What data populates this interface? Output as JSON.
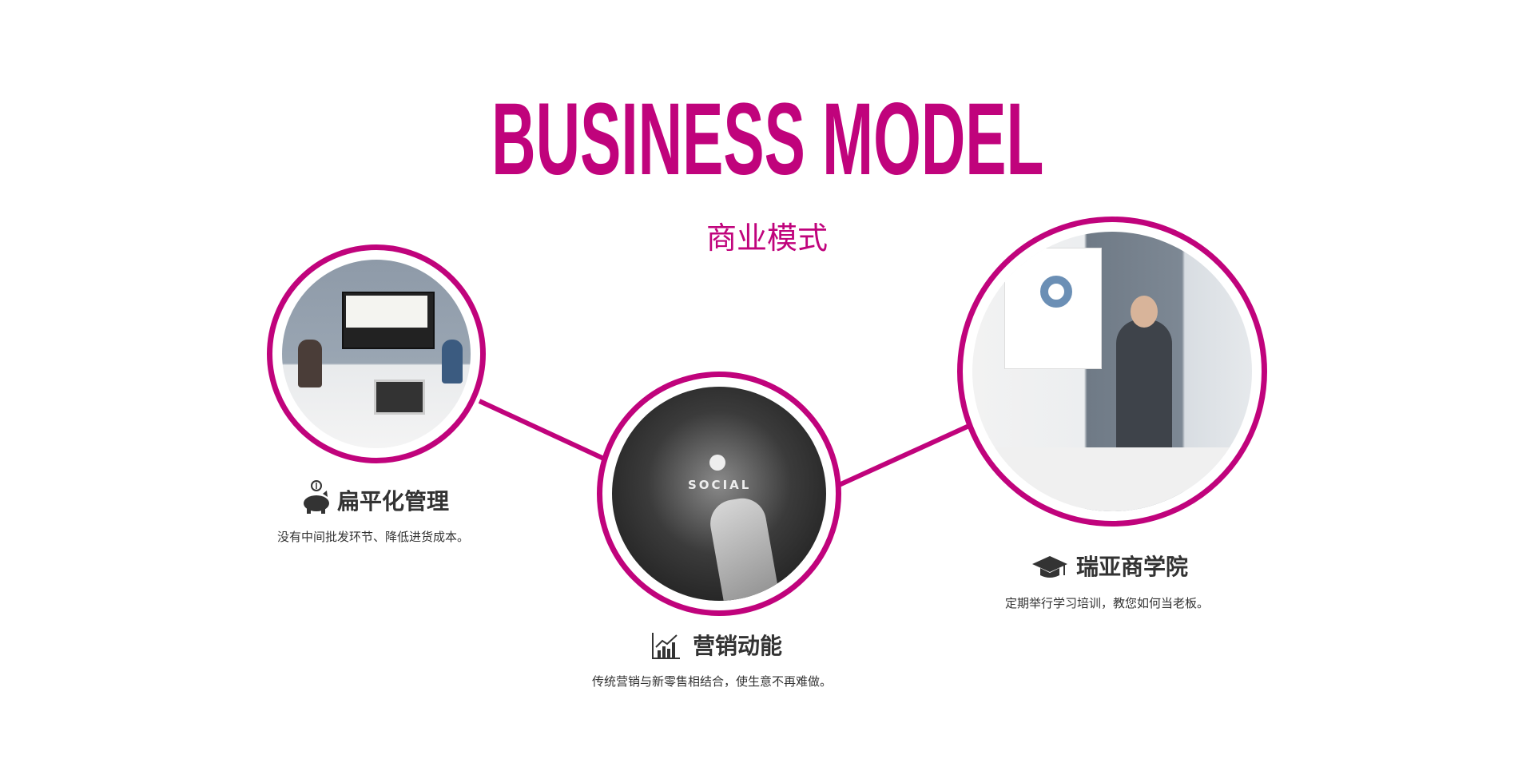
{
  "header": {
    "title": "BUSINESS MODEL",
    "subtitle": "商业模式"
  },
  "colors": {
    "accent": "#c0037c",
    "text": "#333333"
  },
  "features": [
    {
      "icon": "piggy-bank-icon",
      "title": "扁平化管理",
      "description": "没有中间批发环节、降低进货成本。"
    },
    {
      "icon": "growth-chart-icon",
      "title": "营销动能",
      "description": "传统营销与新零售相结合，使生意不再难做。"
    },
    {
      "icon": "graduation-cap-icon",
      "title": "瑞亚商学院",
      "description": "定期举行学习培训，教您如何当老板。"
    }
  ],
  "images": {
    "social_label": "SOCIAL"
  }
}
